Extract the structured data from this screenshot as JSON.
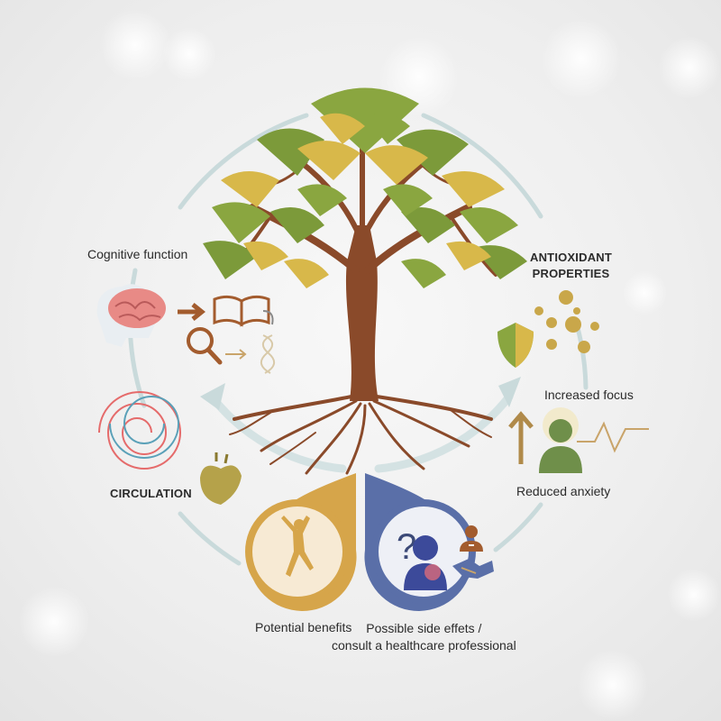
{
  "labels": {
    "cognitive": "Cognitive function",
    "antioxidant_line1": "ANTIOXIDANT",
    "antioxidant_line2": "PROPERTIES",
    "focus": "Increased focus",
    "anxiety": "Reduced anxiety",
    "circulation": "CIRCULATION",
    "benefits": "Potential benefits",
    "sideeffects_line1": "Possible side effets /",
    "sideeffects_line2": "consult a healthcare professional"
  },
  "colors": {
    "trunk": "#8a4a2a",
    "leaf_green": "#8aa640",
    "leaf_yellow": "#d8b84a",
    "ring": "#c9dadb",
    "gold": "#d6a54a",
    "blue": "#5a6fa8"
  }
}
